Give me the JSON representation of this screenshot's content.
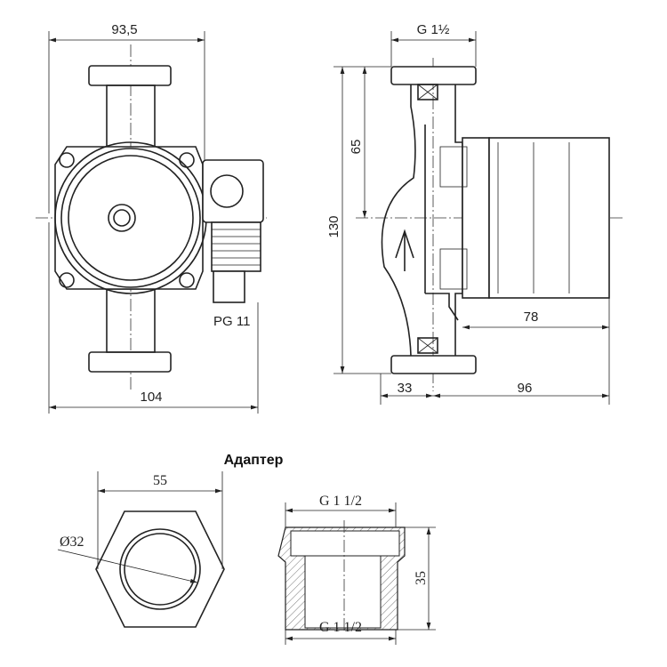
{
  "pump": {
    "front_view": {
      "width_top": "93,5",
      "width_bottom": "104",
      "cable_gland": "PG 11"
    },
    "side_view": {
      "thread": "G 1½",
      "half_height": "65",
      "total_height": "130",
      "motor_length": "78",
      "flange_offset": "33",
      "motor_depth": "96"
    }
  },
  "adapter": {
    "title": "Адаптер",
    "hex_size": "55",
    "bore_diameter": "Ø32",
    "thread_top": "G 1 1/2",
    "thread_bottom": "G 1 1/2",
    "height": "35"
  }
}
